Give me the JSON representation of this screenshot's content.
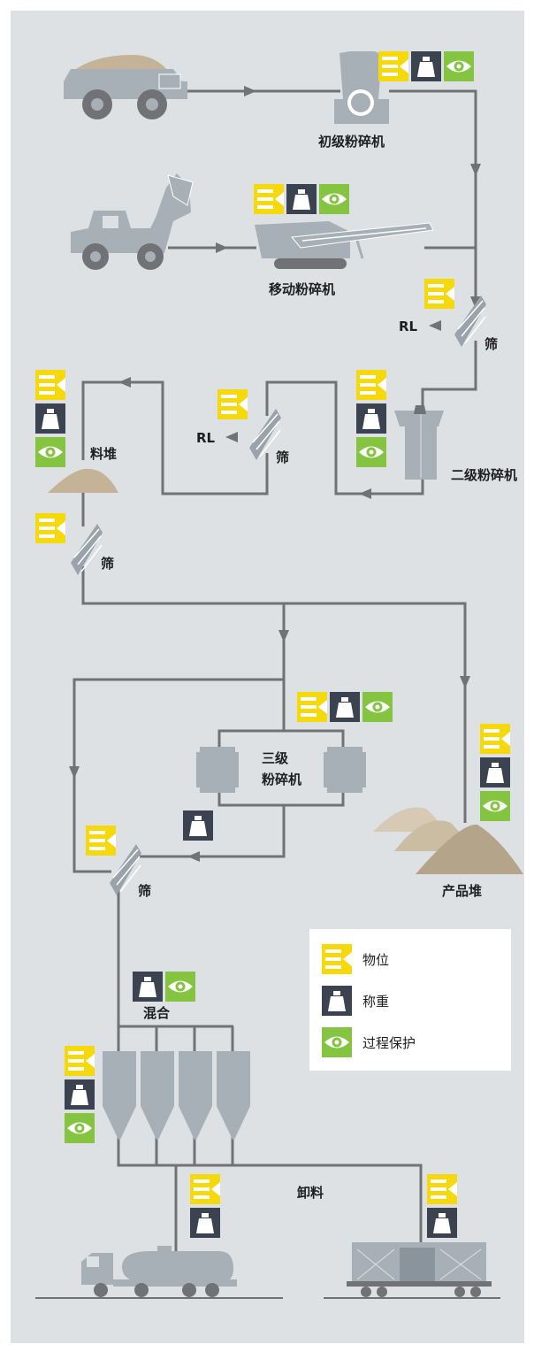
{
  "labels": {
    "primary_crusher": "初级粉碎机",
    "mobile_crusher": "移动粉碎机",
    "secondary_crusher": "二级粉碎机",
    "tertiary_crusher_1": "三级",
    "tertiary_crusher_2": "粉碎机",
    "stockpile": "料堆",
    "product_pile": "产品堆",
    "mixing": "混合",
    "unloading": "卸料",
    "screen_1": "筛",
    "screen_2": "筛",
    "screen_3": "筛",
    "screen_4": "筛",
    "rl_1": "RL",
    "rl_2": "RL"
  },
  "legend": {
    "level": "物位",
    "weighing": "称重",
    "process_protection": "过程保护"
  },
  "colors": {
    "background": "#dde1e4",
    "line": "#707275",
    "machine": "#a7b0b7",
    "level": "#f5d90a",
    "weighing": "#3c4350",
    "protection": "#84c440",
    "pile": "#c4b396"
  },
  "icons": {
    "level": "level-icon",
    "weighing": "weight-icon",
    "protection": "eye-icon"
  }
}
